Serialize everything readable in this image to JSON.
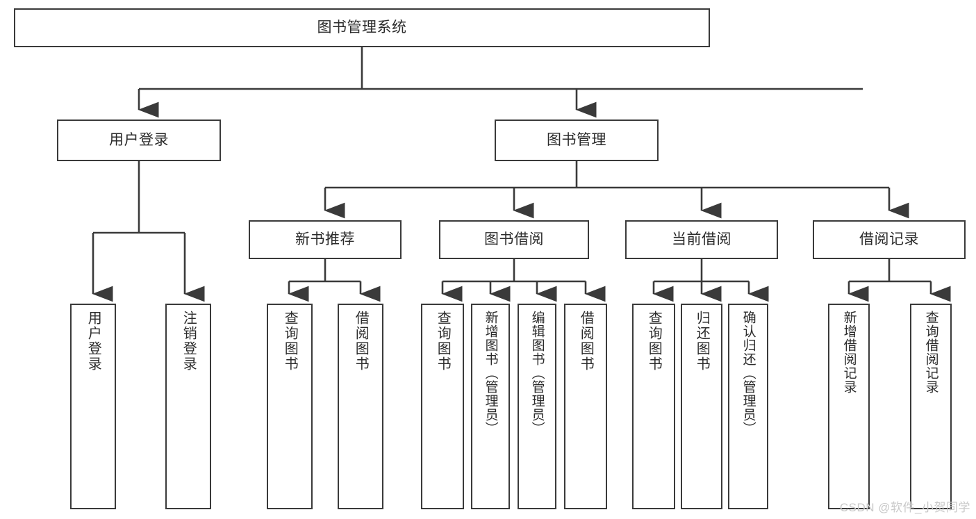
{
  "diagram": {
    "title": "图书管理系统",
    "type": "tree",
    "colors": {
      "box_border": "#3a3a3a",
      "box_fill": "#ffffff",
      "line": "#3a3a3a",
      "text": "#2b2b2b",
      "watermark": "#c9c9c9",
      "background": "#ffffff"
    },
    "root": {
      "label": "图书管理系统"
    },
    "level1": [
      {
        "label": "用户登录"
      },
      {
        "label": "图书管理"
      }
    ],
    "level2": [
      {
        "label": "新书推荐"
      },
      {
        "label": "图书借阅"
      },
      {
        "label": "当前借阅"
      },
      {
        "label": "借阅记录"
      }
    ],
    "leaves": {
      "user_login": [
        {
          "label": "用户登录"
        },
        {
          "label": "注销登录"
        }
      ],
      "new_book_recommend": [
        {
          "label": "查询图书"
        },
        {
          "label": "借阅图书"
        }
      ],
      "book_borrow": [
        {
          "label": "查询图书"
        },
        {
          "label": "新增图书（管理员）"
        },
        {
          "label": "编辑图书（管理员）"
        },
        {
          "label": "借阅图书"
        }
      ],
      "current_borrow": [
        {
          "label": "查询图书"
        },
        {
          "label": "归还图书"
        },
        {
          "label": "确认归还（管理员）"
        }
      ],
      "borrow_record": [
        {
          "label": "新增借阅记录"
        },
        {
          "label": "查询借阅记录"
        }
      ]
    }
  },
  "watermark": {
    "text": "CSDN @软件_小贺同学"
  }
}
